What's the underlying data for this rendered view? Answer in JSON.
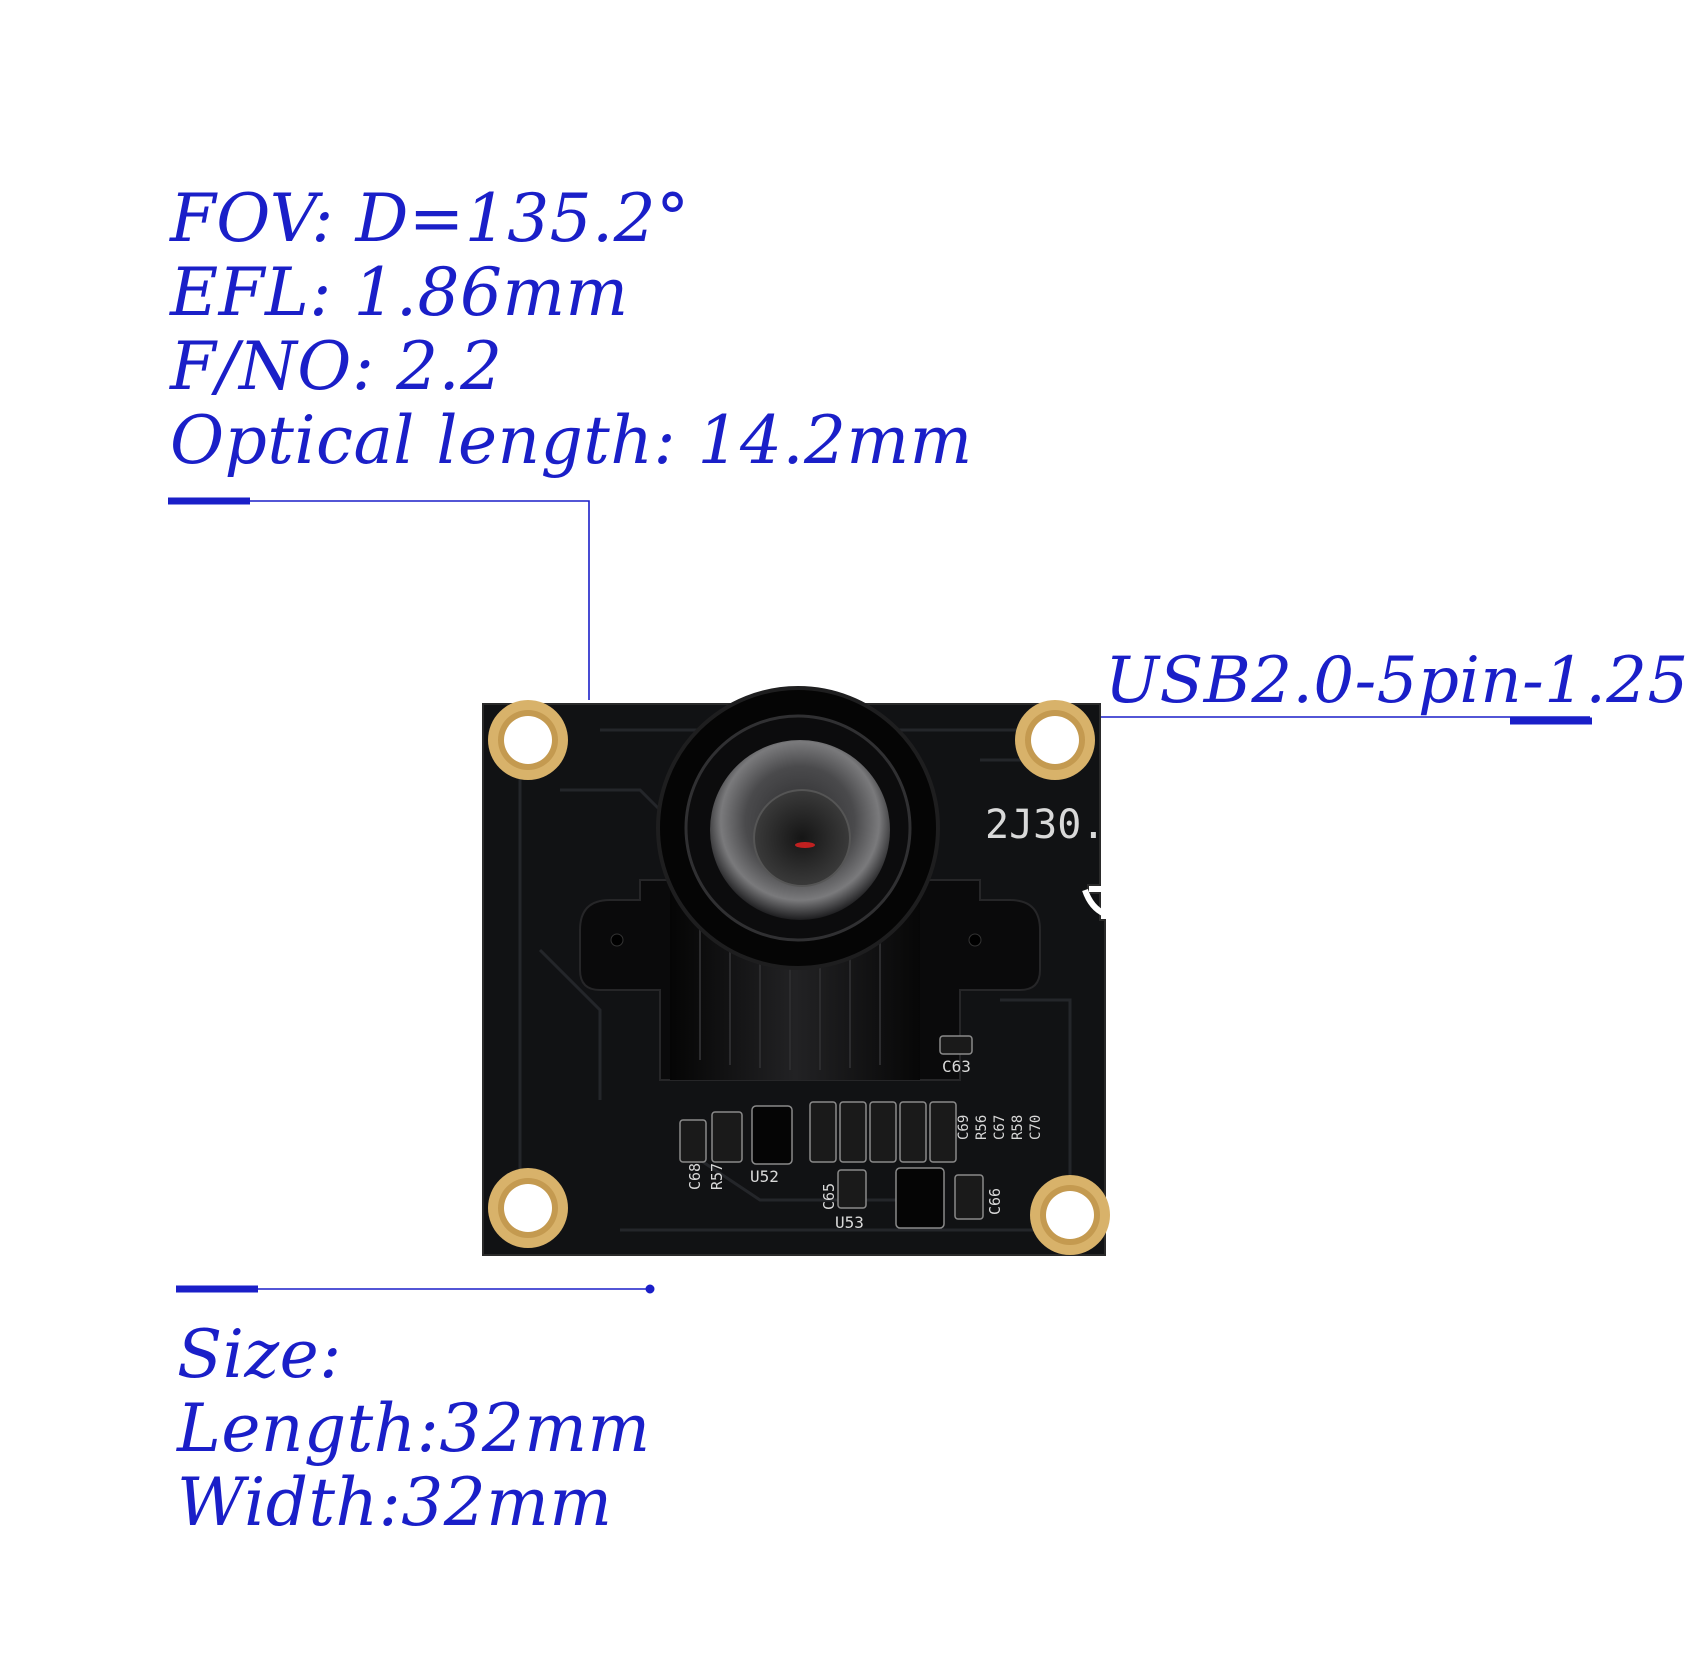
{
  "optics": {
    "lines": [
      "FOV: D=135.2°",
      "EFL: 1.86mm",
      "F/NO: 2.2",
      "Optical length: 14.2mm"
    ]
  },
  "connector": {
    "label": "USB2.0-5pin-1.25"
  },
  "size": {
    "lines": [
      "Size:",
      "Length:32mm",
      "Width:32mm"
    ]
  },
  "pcb": {
    "silkscreen": [
      "C63",
      "C68",
      "R57",
      "U52",
      "C69",
      "R56",
      "C67",
      "R58",
      "C70",
      "C65",
      "U53",
      "C66",
      "2J30."
    ]
  },
  "colors": {
    "annotation": "#1a1fc8",
    "pcb": "#111214",
    "gold": "#d8b26a"
  }
}
